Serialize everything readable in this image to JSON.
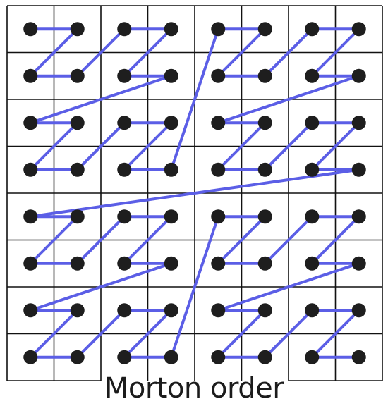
{
  "caption": "Morton order",
  "diagram": {
    "grid_cells": 8,
    "curve": "morton-z-order",
    "colors": {
      "grid_line": "#111111",
      "curve": "#5b5ee6",
      "point": "#1e1e1e",
      "background": "#ffffff"
    }
  }
}
